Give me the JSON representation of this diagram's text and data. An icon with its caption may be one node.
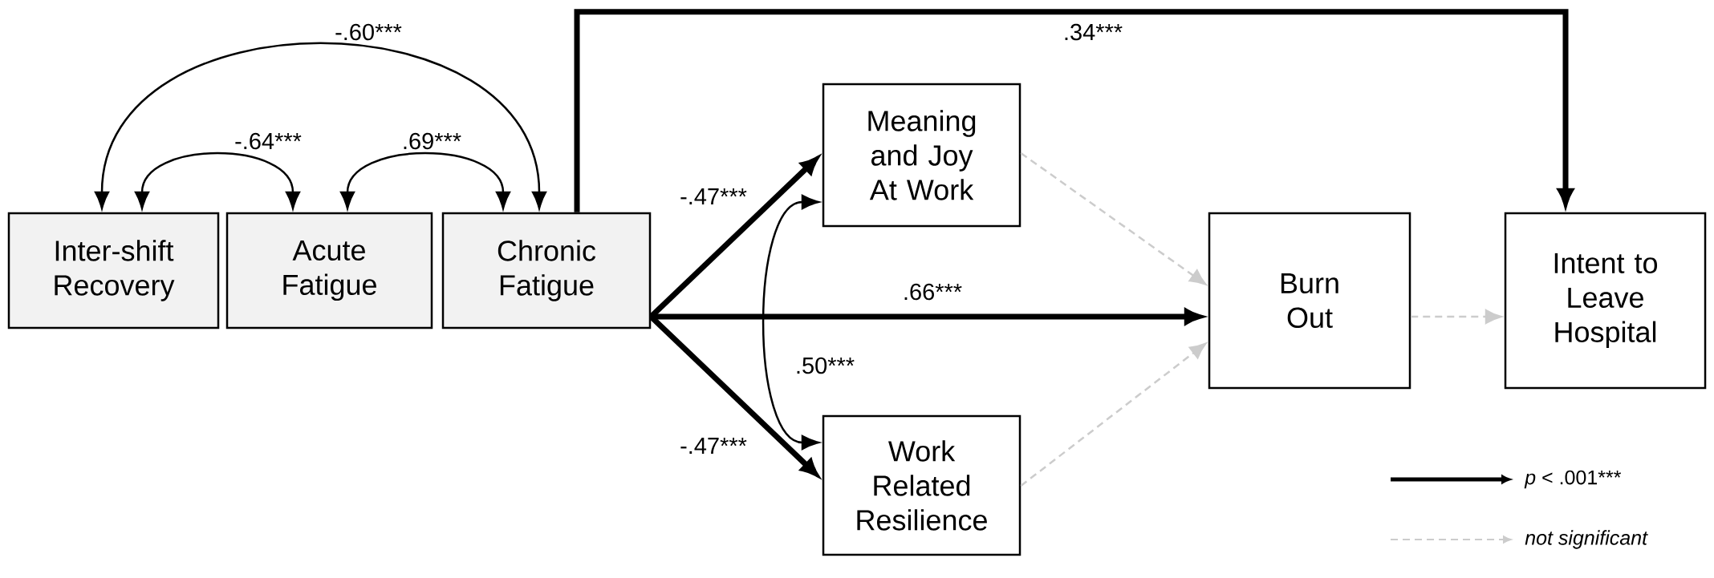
{
  "diagram": {
    "nodes": [
      {
        "text": [
          "Inter-shift Recovery"
        ]
      },
      {
        "text": [
          "Acute Fatigue"
        ]
      },
      {
        "text": [
          "Chronic Fatigue"
        ]
      },
      {
        "text": [
          "Meaning and Joy At Work"
        ]
      },
      {
        "text": [
          "Work Related Resilience"
        ]
      },
      {
        "text": [
          "Burn Out"
        ]
      },
      {
        "text": [
          "Intent to Leave Hospital"
        ]
      }
    ],
    "edges": [
      {
        "from": 2,
        "to": 0,
        "arrow": "both",
        "label": "-.60***"
      },
      {
        "from": 1,
        "to": 0,
        "arrow": "both",
        "label": "-.64***"
      },
      {
        "from": 2,
        "to": 1,
        "arrow": "both",
        "label": ".69***"
      },
      {
        "from": 2,
        "to": 6,
        "arrow": "to",
        "label": ".34***",
        "style": "thick"
      },
      {
        "from": 2,
        "to": 3,
        "arrow": "to",
        "label": "-.47***",
        "style": "thick"
      },
      {
        "from": 2,
        "to": 5,
        "arrow": "to",
        "label": ".66***",
        "style": "thick"
      },
      {
        "from": 2,
        "to": 4,
        "arrow": "to",
        "label": "-.47***",
        "style": "thick"
      },
      {
        "from": 3,
        "to": 4,
        "arrow": "both",
        "label": ".50***"
      },
      {
        "from": 3,
        "to": 5,
        "arrow": "to",
        "style": "dashed",
        "color": "#cccccc"
      },
      {
        "from": 4,
        "to": 5,
        "arrow": "to",
        "style": "dashed",
        "color": "#cccccc"
      },
      {
        "from": 5,
        "to": 6,
        "arrow": "to",
        "style": "dashed",
        "color": "#cccccc"
      }
    ],
    "legend": [
      {
        "text": "*p* < .001***"
      },
      {
        "text": "not significant"
      }
    ]
  }
}
